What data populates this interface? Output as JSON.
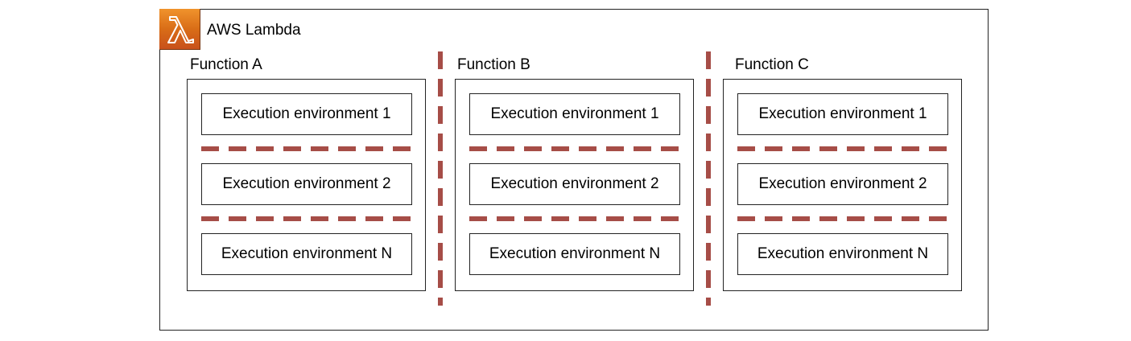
{
  "service": {
    "title": "AWS Lambda",
    "icon": "aws-lambda-icon",
    "icon_color": "#E4761B"
  },
  "separator_color": "#A64D47",
  "functions": [
    {
      "label": "Function A",
      "environments": [
        "Execution environment 1",
        "Execution environment 2",
        "Execution environment N"
      ]
    },
    {
      "label": "Function B",
      "environments": [
        "Execution environment 1",
        "Execution environment 2",
        "Execution environment N"
      ]
    },
    {
      "label": "Function C",
      "environments": [
        "Execution environment 1",
        "Execution environment 2",
        "Execution environment N"
      ]
    }
  ]
}
